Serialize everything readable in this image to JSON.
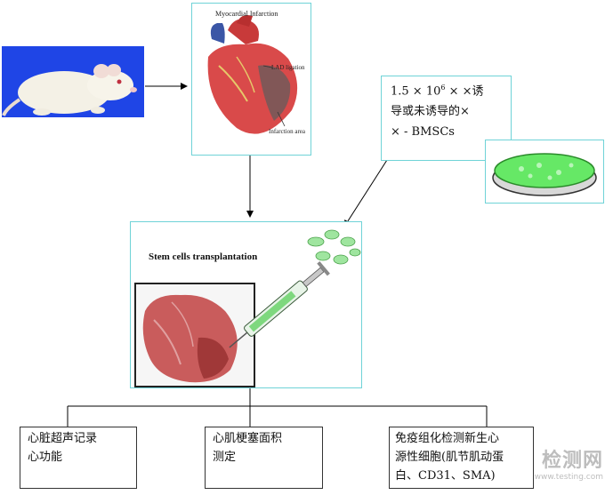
{
  "heart_panel": {
    "title": "Myocardial Infarction",
    "label_lad": "LAD ligation",
    "label_infarct": "Infarction area"
  },
  "cells_box": {
    "line1_prefix": "1.5 × 10",
    "line1_sup": "6",
    "line1_suffix": " × ×诱",
    "line2": "导或未诱导的×",
    "line3": "× - BMSCs"
  },
  "transplant_panel": {
    "title": "Stem cells transplantation"
  },
  "outcomes": [
    {
      "label": "心脏超声记录\n心功能"
    },
    {
      "label": "心肌梗塞面积\n测定"
    },
    {
      "label": "免疫组化检测新生心\n源性细胞(肌节肌动蛋\n白、CD31、SMA)"
    }
  ],
  "watermark": {
    "text_cn": "检测网",
    "text_en": "www.testing.com"
  },
  "colors": {
    "panel_border": "#6fd3d7",
    "rat_bg": "#1f45e6",
    "dish_green": "#66e866",
    "heart_red": "#d94a4a"
  }
}
